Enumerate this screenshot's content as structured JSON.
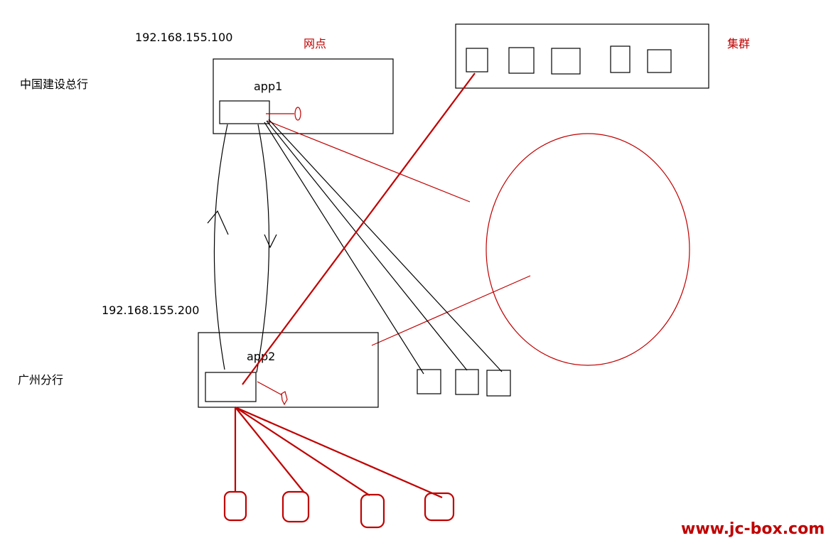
{
  "labels": {
    "ip_hq": "192.168.155.100",
    "ip_branch": "192.168.155.200",
    "hq_name": "中国建设总行",
    "branch_name": "广州分行",
    "outlet": "网点",
    "cluster": "集群",
    "app1": "app1",
    "app2": "app2",
    "watermark": "www.jc-box.com"
  },
  "colors": {
    "accent": "#c00000",
    "line": "#000000"
  }
}
